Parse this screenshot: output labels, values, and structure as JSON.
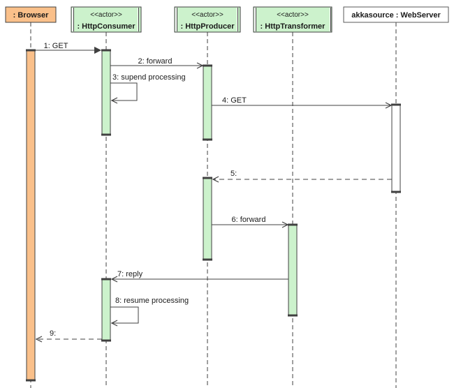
{
  "diagram": {
    "kind": "uml-sequence-diagram",
    "participants": [
      {
        "id": "browser",
        "stereotype": "",
        "name": ": Browser",
        "fill": "#FAC08A"
      },
      {
        "id": "http-consumer",
        "stereotype": "<<actor>>",
        "name": ": HttpConsumer",
        "fill": "#CCF2CC"
      },
      {
        "id": "http-producer",
        "stereotype": "<<actor>>",
        "name": ": HttpProducer",
        "fill": "#CCF2CC"
      },
      {
        "id": "http-transformer",
        "stereotype": "<<actor>>",
        "name": ": HttpTransformer",
        "fill": "#CCF2CC"
      },
      {
        "id": "web-server",
        "stereotype": "",
        "name": "akkasource : WebServer",
        "fill": "#FFFFFF"
      }
    ],
    "messages": [
      {
        "num": "1",
        "label": "1: GET",
        "from": "browser",
        "to": "http-consumer",
        "style": "solid-filled-arrow"
      },
      {
        "num": "2",
        "label": "2: forward",
        "from": "http-consumer",
        "to": "http-producer",
        "style": "solid-open-arrow"
      },
      {
        "num": "3",
        "label": "3: supend processing",
        "from": "http-consumer",
        "to": "http-consumer",
        "style": "self-message"
      },
      {
        "num": "4",
        "label": "4: GET",
        "from": "http-producer",
        "to": "web-server",
        "style": "solid-open-arrow"
      },
      {
        "num": "5",
        "label": "5:",
        "from": "web-server",
        "to": "http-producer",
        "style": "dashed-return"
      },
      {
        "num": "6",
        "label": "6: forward",
        "from": "http-producer",
        "to": "http-transformer",
        "style": "solid-open-arrow"
      },
      {
        "num": "7",
        "label": "7: reply",
        "from": "http-transformer",
        "to": "http-consumer",
        "style": "solid-open-arrow"
      },
      {
        "num": "8",
        "label": "8: resume processing",
        "from": "http-consumer",
        "to": "http-consumer",
        "style": "self-message"
      },
      {
        "num": "9",
        "label": "9:",
        "from": "http-consumer",
        "to": "browser",
        "style": "dashed-return"
      }
    ],
    "colors": {
      "orange_activation": "#FAC08A",
      "green_activation": "#CCF2CC",
      "white_activation": "#FFFFFF",
      "line": "#404040",
      "background": "#FFFFFF"
    }
  }
}
